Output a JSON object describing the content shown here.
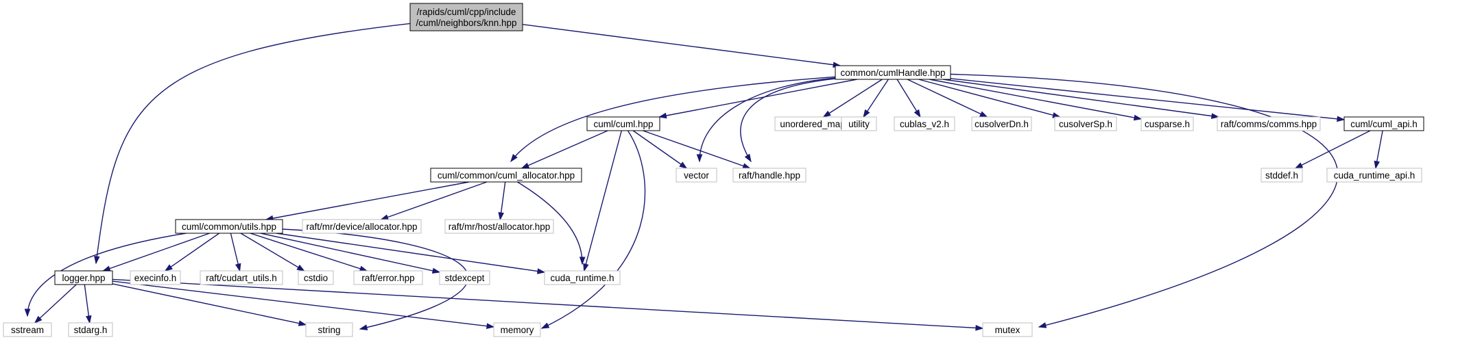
{
  "graph": {
    "edge_color": "#191970",
    "root_fill": "#bfbfbf",
    "documented_border": "#000000",
    "external_border": "#bfbfbf",
    "nodes": [
      {
        "id": "knn",
        "kind": "root",
        "lines": [
          "/rapids/cuml/cpp/include",
          "/cuml/neighbors/knn.hpp"
        ]
      },
      {
        "id": "cumlHandle",
        "kind": "doc",
        "lines": [
          "common/cumlHandle.hpp"
        ]
      },
      {
        "id": "cuml_hpp",
        "kind": "doc",
        "lines": [
          "cuml/cuml.hpp"
        ]
      },
      {
        "id": "unordered_map",
        "kind": "ext",
        "lines": [
          "unordered_map"
        ]
      },
      {
        "id": "utility",
        "kind": "ext",
        "lines": [
          "utility"
        ]
      },
      {
        "id": "cublas",
        "kind": "ext",
        "lines": [
          "cublas_v2.h"
        ]
      },
      {
        "id": "cusolverDn",
        "kind": "ext",
        "lines": [
          "cusolverDn.h"
        ]
      },
      {
        "id": "cusolverSp",
        "kind": "ext",
        "lines": [
          "cusolverSp.h"
        ]
      },
      {
        "id": "cusparse",
        "kind": "ext",
        "lines": [
          "cusparse.h"
        ]
      },
      {
        "id": "comms",
        "kind": "ext",
        "lines": [
          "raft/comms/comms.hpp"
        ]
      },
      {
        "id": "cuml_api",
        "kind": "doc",
        "lines": [
          "cuml/cuml_api.h"
        ]
      },
      {
        "id": "allocator",
        "kind": "doc",
        "lines": [
          "cuml/common/cuml_allocator.hpp"
        ]
      },
      {
        "id": "vector",
        "kind": "ext",
        "lines": [
          "vector"
        ]
      },
      {
        "id": "raft_handle",
        "kind": "ext",
        "lines": [
          "raft/handle.hpp"
        ]
      },
      {
        "id": "stddef",
        "kind": "ext",
        "lines": [
          "stddef.h"
        ]
      },
      {
        "id": "cuda_runtime_api",
        "kind": "ext",
        "lines": [
          "cuda_runtime_api.h"
        ]
      },
      {
        "id": "utils",
        "kind": "doc",
        "lines": [
          "cuml/common/utils.hpp"
        ]
      },
      {
        "id": "device_alloc",
        "kind": "ext",
        "lines": [
          "raft/mr/device/allocator.hpp"
        ]
      },
      {
        "id": "host_alloc",
        "kind": "ext",
        "lines": [
          "raft/mr/host/allocator.hpp"
        ]
      },
      {
        "id": "logger",
        "kind": "doc",
        "lines": [
          "logger.hpp"
        ]
      },
      {
        "id": "execinfo",
        "kind": "ext",
        "lines": [
          "execinfo.h"
        ]
      },
      {
        "id": "cudart_utils",
        "kind": "ext",
        "lines": [
          "raft/cudart_utils.h"
        ]
      },
      {
        "id": "cstdio",
        "kind": "ext",
        "lines": [
          "cstdio"
        ]
      },
      {
        "id": "raft_error",
        "kind": "ext",
        "lines": [
          "raft/error.hpp"
        ]
      },
      {
        "id": "stdexcept",
        "kind": "ext",
        "lines": [
          "stdexcept"
        ]
      },
      {
        "id": "cuda_runtime",
        "kind": "ext",
        "lines": [
          "cuda_runtime.h"
        ]
      },
      {
        "id": "sstream",
        "kind": "ext",
        "lines": [
          "sstream"
        ]
      },
      {
        "id": "stdarg",
        "kind": "ext",
        "lines": [
          "stdarg.h"
        ]
      },
      {
        "id": "string",
        "kind": "ext",
        "lines": [
          "string"
        ]
      },
      {
        "id": "memory",
        "kind": "ext",
        "lines": [
          "memory"
        ]
      },
      {
        "id": "mutex",
        "kind": "ext",
        "lines": [
          "mutex"
        ]
      }
    ],
    "edges": [
      [
        "knn",
        "cumlHandle"
      ],
      [
        "knn",
        "logger"
      ],
      [
        "cumlHandle",
        "cuml_hpp"
      ],
      [
        "cumlHandle",
        "unordered_map"
      ],
      [
        "cumlHandle",
        "utility"
      ],
      [
        "cumlHandle",
        "cublas"
      ],
      [
        "cumlHandle",
        "cusolverDn"
      ],
      [
        "cumlHandle",
        "cusolverSp"
      ],
      [
        "cumlHandle",
        "cusparse"
      ],
      [
        "cumlHandle",
        "comms"
      ],
      [
        "cumlHandle",
        "cuml_api"
      ],
      [
        "cumlHandle",
        "allocator"
      ],
      [
        "cumlHandle",
        "vector"
      ],
      [
        "cumlHandle",
        "raft_handle"
      ],
      [
        "cumlHandle",
        "mutex"
      ],
      [
        "cuml_hpp",
        "allocator"
      ],
      [
        "cuml_hpp",
        "vector"
      ],
      [
        "cuml_hpp",
        "raft_handle"
      ],
      [
        "cuml_hpp",
        "cuda_runtime"
      ],
      [
        "cuml_hpp",
        "memory"
      ],
      [
        "cuml_api",
        "stddef"
      ],
      [
        "cuml_api",
        "cuda_runtime_api"
      ],
      [
        "allocator",
        "utils"
      ],
      [
        "allocator",
        "device_alloc"
      ],
      [
        "allocator",
        "host_alloc"
      ],
      [
        "allocator",
        "cuda_runtime"
      ],
      [
        "utils",
        "logger"
      ],
      [
        "utils",
        "execinfo"
      ],
      [
        "utils",
        "cudart_utils"
      ],
      [
        "utils",
        "cstdio"
      ],
      [
        "utils",
        "raft_error"
      ],
      [
        "utils",
        "stdexcept"
      ],
      [
        "utils",
        "cuda_runtime"
      ],
      [
        "utils",
        "sstream"
      ],
      [
        "utils",
        "string"
      ],
      [
        "logger",
        "sstream"
      ],
      [
        "logger",
        "stdarg"
      ],
      [
        "logger",
        "string"
      ],
      [
        "logger",
        "memory"
      ],
      [
        "logger",
        "mutex"
      ]
    ]
  }
}
